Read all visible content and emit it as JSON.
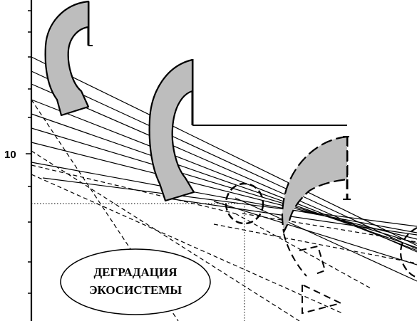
{
  "axis": {
    "y_tick_label": "10"
  },
  "label": {
    "line1": "ДЕГРАДАЦИЯ",
    "line2": "ЭКОСИСТЕМЫ"
  },
  "colors": {
    "stroke": "#000000",
    "arrow_fill": "#bdbdbd",
    "background": "#ffffff"
  }
}
